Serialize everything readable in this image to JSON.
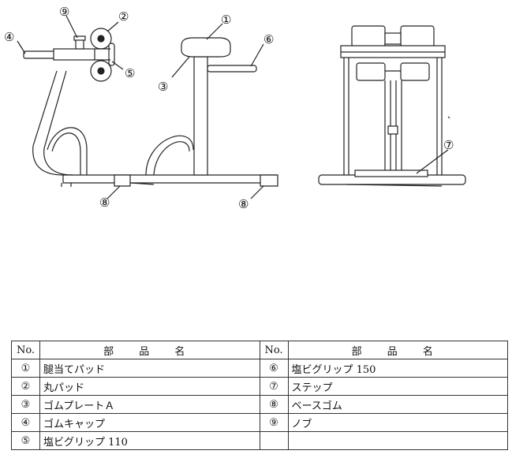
{
  "callouts": {
    "c1": "①",
    "c2": "②",
    "c3": "③",
    "c4": "④",
    "c5": "⑤",
    "c6": "⑥",
    "c7": "⑦",
    "c8a": "⑧",
    "c8b": "⑧",
    "c9": "⑨"
  },
  "table": {
    "header_no": "No.",
    "header_name": "部 品 名",
    "rows": [
      {
        "left_no": "①",
        "left_name": "腿当てパッド",
        "right_no": "⑥",
        "right_name": "塩ビグリップ 150"
      },
      {
        "left_no": "②",
        "left_name": "丸パッド",
        "right_no": "⑦",
        "right_name": "ステップ"
      },
      {
        "left_no": "③",
        "left_name": "ゴムプレートＡ",
        "right_no": "⑧",
        "right_name": "ベースゴム"
      },
      {
        "left_no": "④",
        "left_name": "ゴムキャップ",
        "right_no": "⑨",
        "right_name": "ノブ"
      },
      {
        "left_no": "⑤",
        "left_name": "塩ビグリップ 110",
        "right_no": "",
        "right_name": ""
      }
    ]
  }
}
